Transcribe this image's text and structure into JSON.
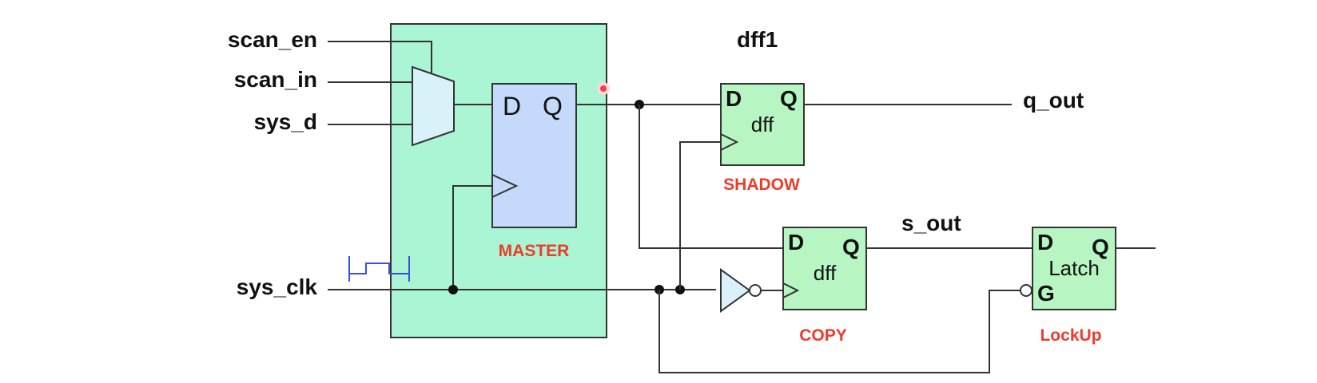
{
  "title": "dff1",
  "inputs": {
    "scan_en": "scan_en",
    "scan_in": "scan_in",
    "sys_d": "sys_d",
    "sys_clk": "sys_clk"
  },
  "outputs": {
    "q_out": "q_out",
    "s_out": "s_out"
  },
  "master": {
    "name": "MASTER",
    "pin_d": "D",
    "pin_q": "Q"
  },
  "shadow": {
    "name": "SHADOW",
    "pin_d": "D",
    "pin_q": "Q",
    "type": "dff"
  },
  "copy": {
    "name": "COPY",
    "pin_d": "D",
    "pin_q": "Q",
    "type": "dff"
  },
  "lockup": {
    "name": "LockUp",
    "pin_d": "D",
    "pin_q": "Q",
    "pin_g": "G",
    "type": "Latch"
  },
  "colors": {
    "wrapper_fill": "#aaf5d3",
    "master_fill": "#c5d9fb",
    "cell_fill": "#b7f5c2",
    "mux_fill": "#d9f1f9",
    "inverter_fill": "#d9f1f9",
    "label_red": "#ee3a2b",
    "clock_wave": "#3a4fe0",
    "probe_dot": "#f0404a"
  }
}
